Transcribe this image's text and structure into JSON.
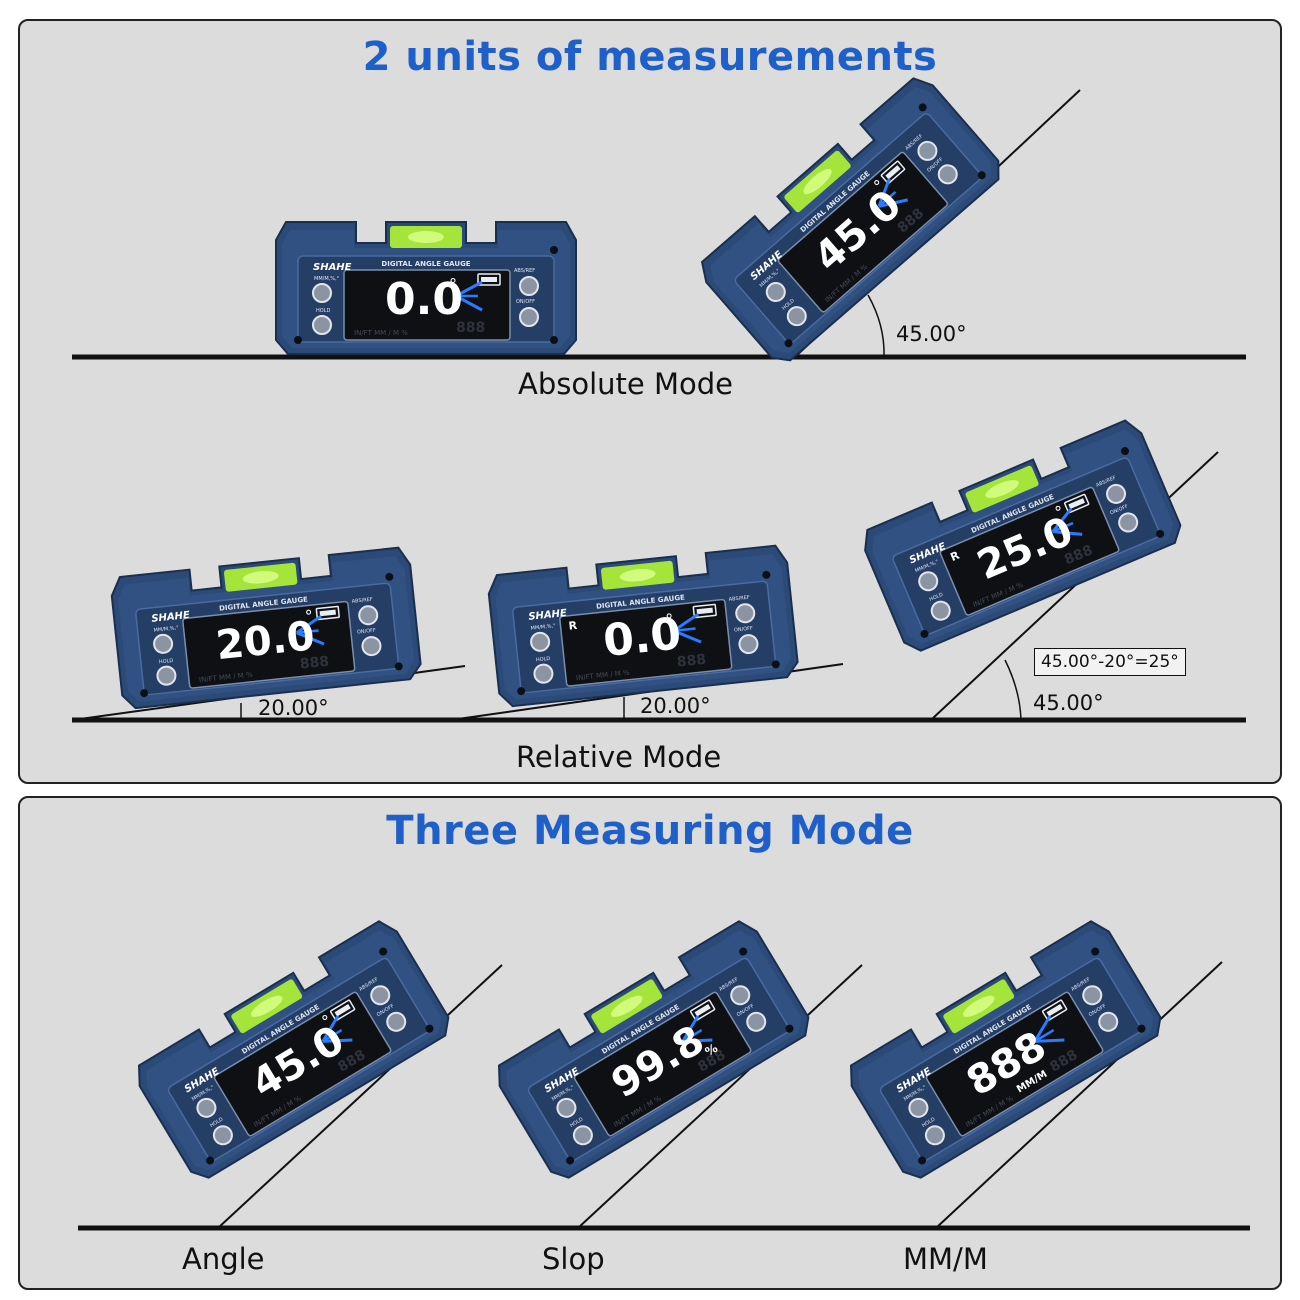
{
  "section_top": {
    "title": "2 units of measurements",
    "absolute_mode_label": "Absolute Mode",
    "relative_mode_label": "Relative Mode",
    "absolute_tilt_angle": "45.00°",
    "relative_base_angle_1": "20.00°",
    "relative_base_angle_2": "20.00°",
    "relative_tilt_angle": "45.00°",
    "relative_formula": "45.00°-20°=25°"
  },
  "section_bottom": {
    "title": "Three Measuring Mode",
    "mode_labels": [
      "Angle",
      "Slop",
      "MM/M"
    ]
  },
  "device": {
    "brand": "SHAHE",
    "gauge_title": "DIGITAL ANGLE GAUGE",
    "unit_button_label": "MM/M,%,°",
    "hold_label": "HOLD",
    "abs_ref_label": "ABS/REF",
    "on_off_label": "ON/OFF",
    "footer_units": "IN/FT   MM / M   %"
  },
  "gauges": [
    {
      "id": "absolute-flat",
      "reading": "0.0",
      "unit": "°",
      "relative_indicator": ""
    },
    {
      "id": "absolute-tilted",
      "reading": "45.0",
      "unit": "°",
      "relative_indicator": ""
    },
    {
      "id": "relative-zero-before",
      "reading": "20.0",
      "unit": "°",
      "relative_indicator": ""
    },
    {
      "id": "relative-zeroed",
      "reading": "0.0",
      "unit": "°",
      "relative_indicator": "R"
    },
    {
      "id": "relative-tilted",
      "reading": "25.0",
      "unit": "°",
      "relative_indicator": "R"
    },
    {
      "id": "mode-angle",
      "reading": "45.0",
      "unit": "°",
      "relative_indicator": ""
    },
    {
      "id": "mode-slope",
      "reading": "99.8",
      "unit": "%",
      "relative_indicator": ""
    },
    {
      "id": "mode-mmm",
      "reading": "888",
      "unit": "MM/M",
      "relative_indicator": ""
    }
  ],
  "colors": {
    "title_blue": "#1f5fc9",
    "panel_bg": "#dcdcdc",
    "device_body": "#2c4a78",
    "screen": "#0e1014",
    "bubble_vial": "#b6f03c",
    "indicator_blue": "#2a7cff"
  }
}
